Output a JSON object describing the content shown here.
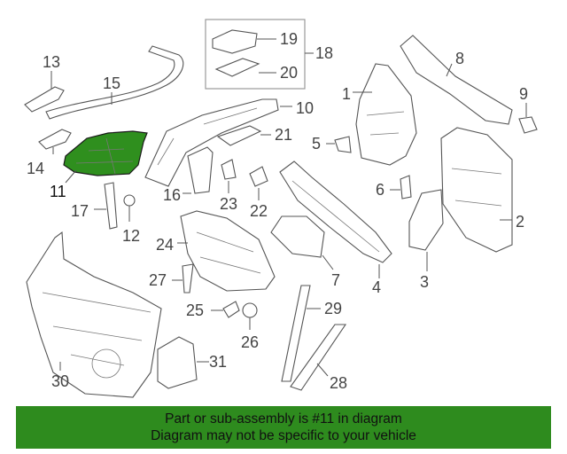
{
  "diagram": {
    "highlighted_part": "11",
    "callouts": [
      "1",
      "2",
      "3",
      "4",
      "5",
      "6",
      "7",
      "8",
      "9",
      "10",
      "11",
      "12",
      "13",
      "14",
      "15",
      "16",
      "17",
      "18",
      "19",
      "20",
      "21",
      "22",
      "23",
      "24",
      "25",
      "26",
      "27",
      "28",
      "29",
      "30",
      "31"
    ]
  },
  "footer": {
    "line1": "Part or sub-assembly is #11 in diagram",
    "line2": "Diagram may not be specific to your vehicle"
  },
  "colors": {
    "highlight": "#2f8f1e",
    "footer_bg": "#2e8b1e"
  }
}
